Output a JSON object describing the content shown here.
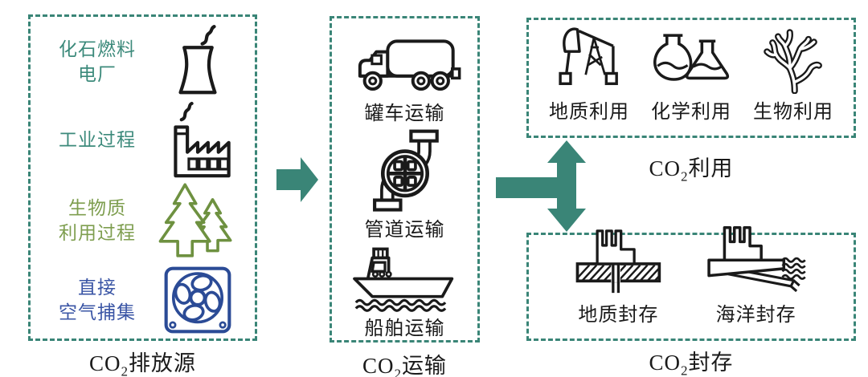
{
  "colors": {
    "teal_accent": "#3A8577",
    "teal_text": "#3C8A7B",
    "olive_green": "#6E9140",
    "olive_text": "#7E9E4F",
    "navy_blue": "#2B4B96",
    "blue_text": "#3A55A5",
    "ink": "#1A1A1A"
  },
  "sources": {
    "caption": {
      "prefix": "CO",
      "sub": "2",
      "suffix": "排放源"
    },
    "items": [
      {
        "label": "化石燃料\n电厂",
        "icon": "cooling-tower-icon"
      },
      {
        "label": "工业过程",
        "icon": "factory-icon"
      },
      {
        "label": "生物质\n利用过程",
        "icon": "pine-trees-icon"
      },
      {
        "label": "直接\n空气捕集",
        "icon": "fan-icon"
      }
    ]
  },
  "transport": {
    "caption": {
      "prefix": "CO",
      "sub": "2",
      "suffix": "运输"
    },
    "items": [
      {
        "label": "罐车运输",
        "icon": "tank-truck-icon"
      },
      {
        "label": "管道运输",
        "icon": "pipeline-pump-icon"
      },
      {
        "label": "船舶运输",
        "icon": "ship-icon"
      }
    ]
  },
  "utilization": {
    "caption": {
      "prefix": "CO",
      "sub": "2",
      "suffix": "利用"
    },
    "items": [
      {
        "label": "地质利用",
        "icon": "pumpjack-icon"
      },
      {
        "label": "化学利用",
        "icon": "flasks-icon"
      },
      {
        "label": "生物利用",
        "icon": "coral-icon"
      }
    ]
  },
  "storage": {
    "caption": {
      "prefix": "CO",
      "sub": "2",
      "suffix": "封存"
    },
    "items": [
      {
        "label": "地质封存",
        "icon": "geological-storage-icon"
      },
      {
        "label": "海洋封存",
        "icon": "ocean-storage-icon"
      }
    ]
  }
}
